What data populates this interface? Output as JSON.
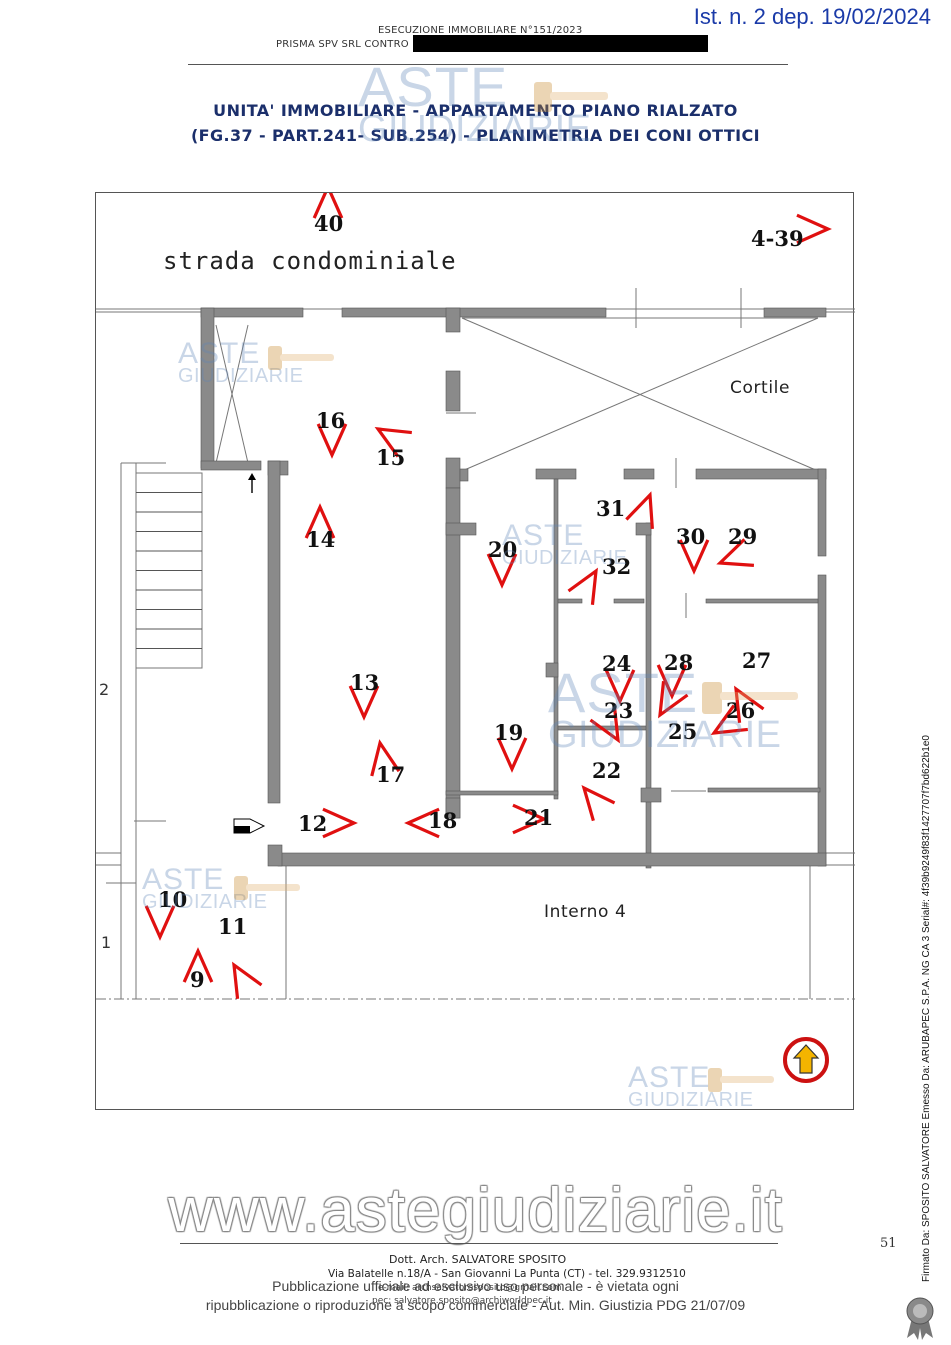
{
  "deposit_stamp": "Ist. n. 2 dep. 19/02/2024",
  "header": {
    "procedure": "ESECUZIONE IMMOBILIARE N°151/2023",
    "parties": "PRISMA SPV SRL CONTRO"
  },
  "title": {
    "line1": "UNITA' IMMOBILIARE - APPARTAMENTO PIANO RIALZATO",
    "line2": "(FG.37 - PART.241- SUB.254) - PLANIMETRIA DEI CONI OTTICI"
  },
  "plan": {
    "street_label": "strada condominiale",
    "courtyard_label": "Cortile",
    "interior_label": "Interno 4",
    "side_numbers": [
      "2",
      "1"
    ],
    "cones": [
      "40",
      "4-39",
      "16",
      "15",
      "14",
      "13",
      "17",
      "12",
      "18",
      "19",
      "20",
      "21",
      "22",
      "23",
      "24",
      "25",
      "26",
      "27",
      "28",
      "29",
      "30",
      "31",
      "32",
      "10",
      "11",
      "9"
    ]
  },
  "watermark": {
    "brand_top": "ASTE",
    "brand_bottom": "GIUDIZIARIE",
    "site": "www.astegiudiziarie.it"
  },
  "footer": {
    "author": "Dott. Arch. SALVATORE SPOSITO",
    "address": "Via Balatelle n.18/A - San Giovanni La Punta (CT) - tel. 329.9312510",
    "email": "e-mail: archsalvatoresposito@gmail.com",
    "pec": "pec: salvatore.sposito@archiworldpec.it",
    "publication_notice_1": "Pubblicazione ufficiale ad esclusivo uso personale - è vietata ogni",
    "publication_notice_2": "ripubblicazione o riproduzione a scopo commerciale - Aut. Min. Giustizia PDG 21/07/09",
    "page_number": "51"
  },
  "signature_text": "Firmato Da: SPOSITO SALVATORE Emesso Da: ARUBAPEC S.P.A. NG CA 3 Serial#: 4f39b9249f83f1427707f7bd622b1e0",
  "colors": {
    "stamp": "#1a3aa8",
    "title": "#1b2f6b",
    "wall": "#8a8a8a",
    "cone": "#e01010",
    "north_arrow_fill": "#f4b400",
    "north_arrow_ring": "#cc1111",
    "watermark": "#5f86b8"
  },
  "icons": [
    "north-arrow-icon",
    "entrance-arrow-icon",
    "stairs-up-arrow-icon",
    "gavel-icon",
    "seal-badge-icon"
  ]
}
